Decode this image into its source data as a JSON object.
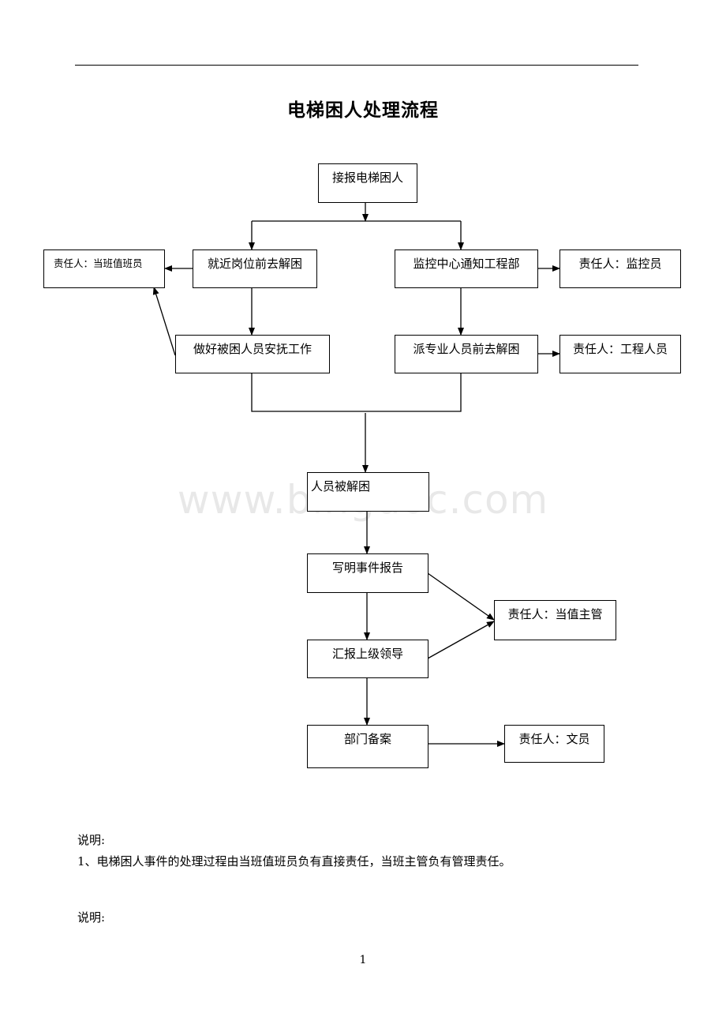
{
  "title": "电梯困人处理流程",
  "nodes": {
    "receive": "接报电梯困人",
    "nearby": "就近岗位前去解困",
    "monitor": "监控中心通知工程部",
    "resp_duty": "责任人：当班值班员",
    "resp_monitor": "责任人：监控员",
    "comfort": "做好被困人员安抚工作",
    "dispatch": "派专业人员前去解困",
    "resp_eng": "责任人：工程人员",
    "freed": "人员被解困",
    "report": "写明事件报告",
    "resp_supervisor": "责任人：当值主管",
    "superior": "汇报上级领导",
    "archive": "部门备案",
    "resp_clerk": "责任人：文员"
  },
  "watermark": "www.bingdoc.com",
  "notes": {
    "label1": "说明:",
    "item1": "1、电梯困人事件的处理过程由当班值班员负有直接责任，当班主管负有管理责任。",
    "label2": "说明:"
  },
  "page_number": "1"
}
